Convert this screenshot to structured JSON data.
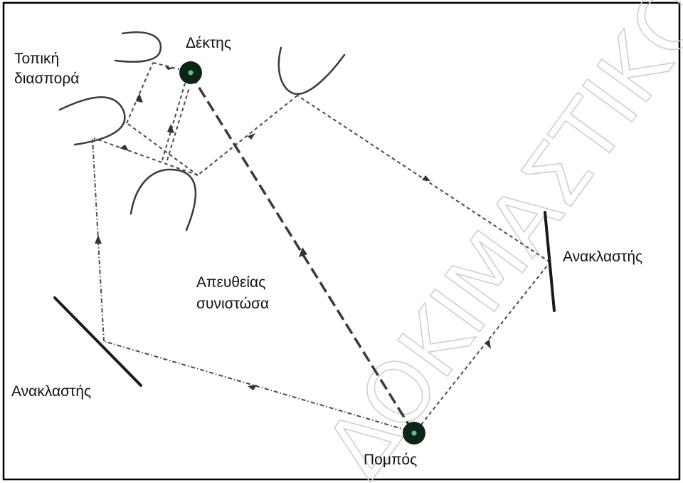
{
  "diagram": {
    "labels": {
      "receiver": "Δέκτης",
      "local_scattering_line1": "Τοπική",
      "local_scattering_line2": "διασπορά",
      "direct_line1": "Απευθείας",
      "direct_line2": "συνιστώσα",
      "reflector_right": "Ανακλαστής",
      "reflector_left": "Ανακλαστής",
      "transmitter": "Πομπός"
    },
    "watermark": "ΔΟΚΙΜΑΣΤΙΚΟ ΔΕΙΓΜΑ",
    "colors": {
      "lines": "#3a3a3a",
      "frame": "#000000",
      "antenna": "#0e2417",
      "watermark": "#cfcfcf"
    }
  }
}
